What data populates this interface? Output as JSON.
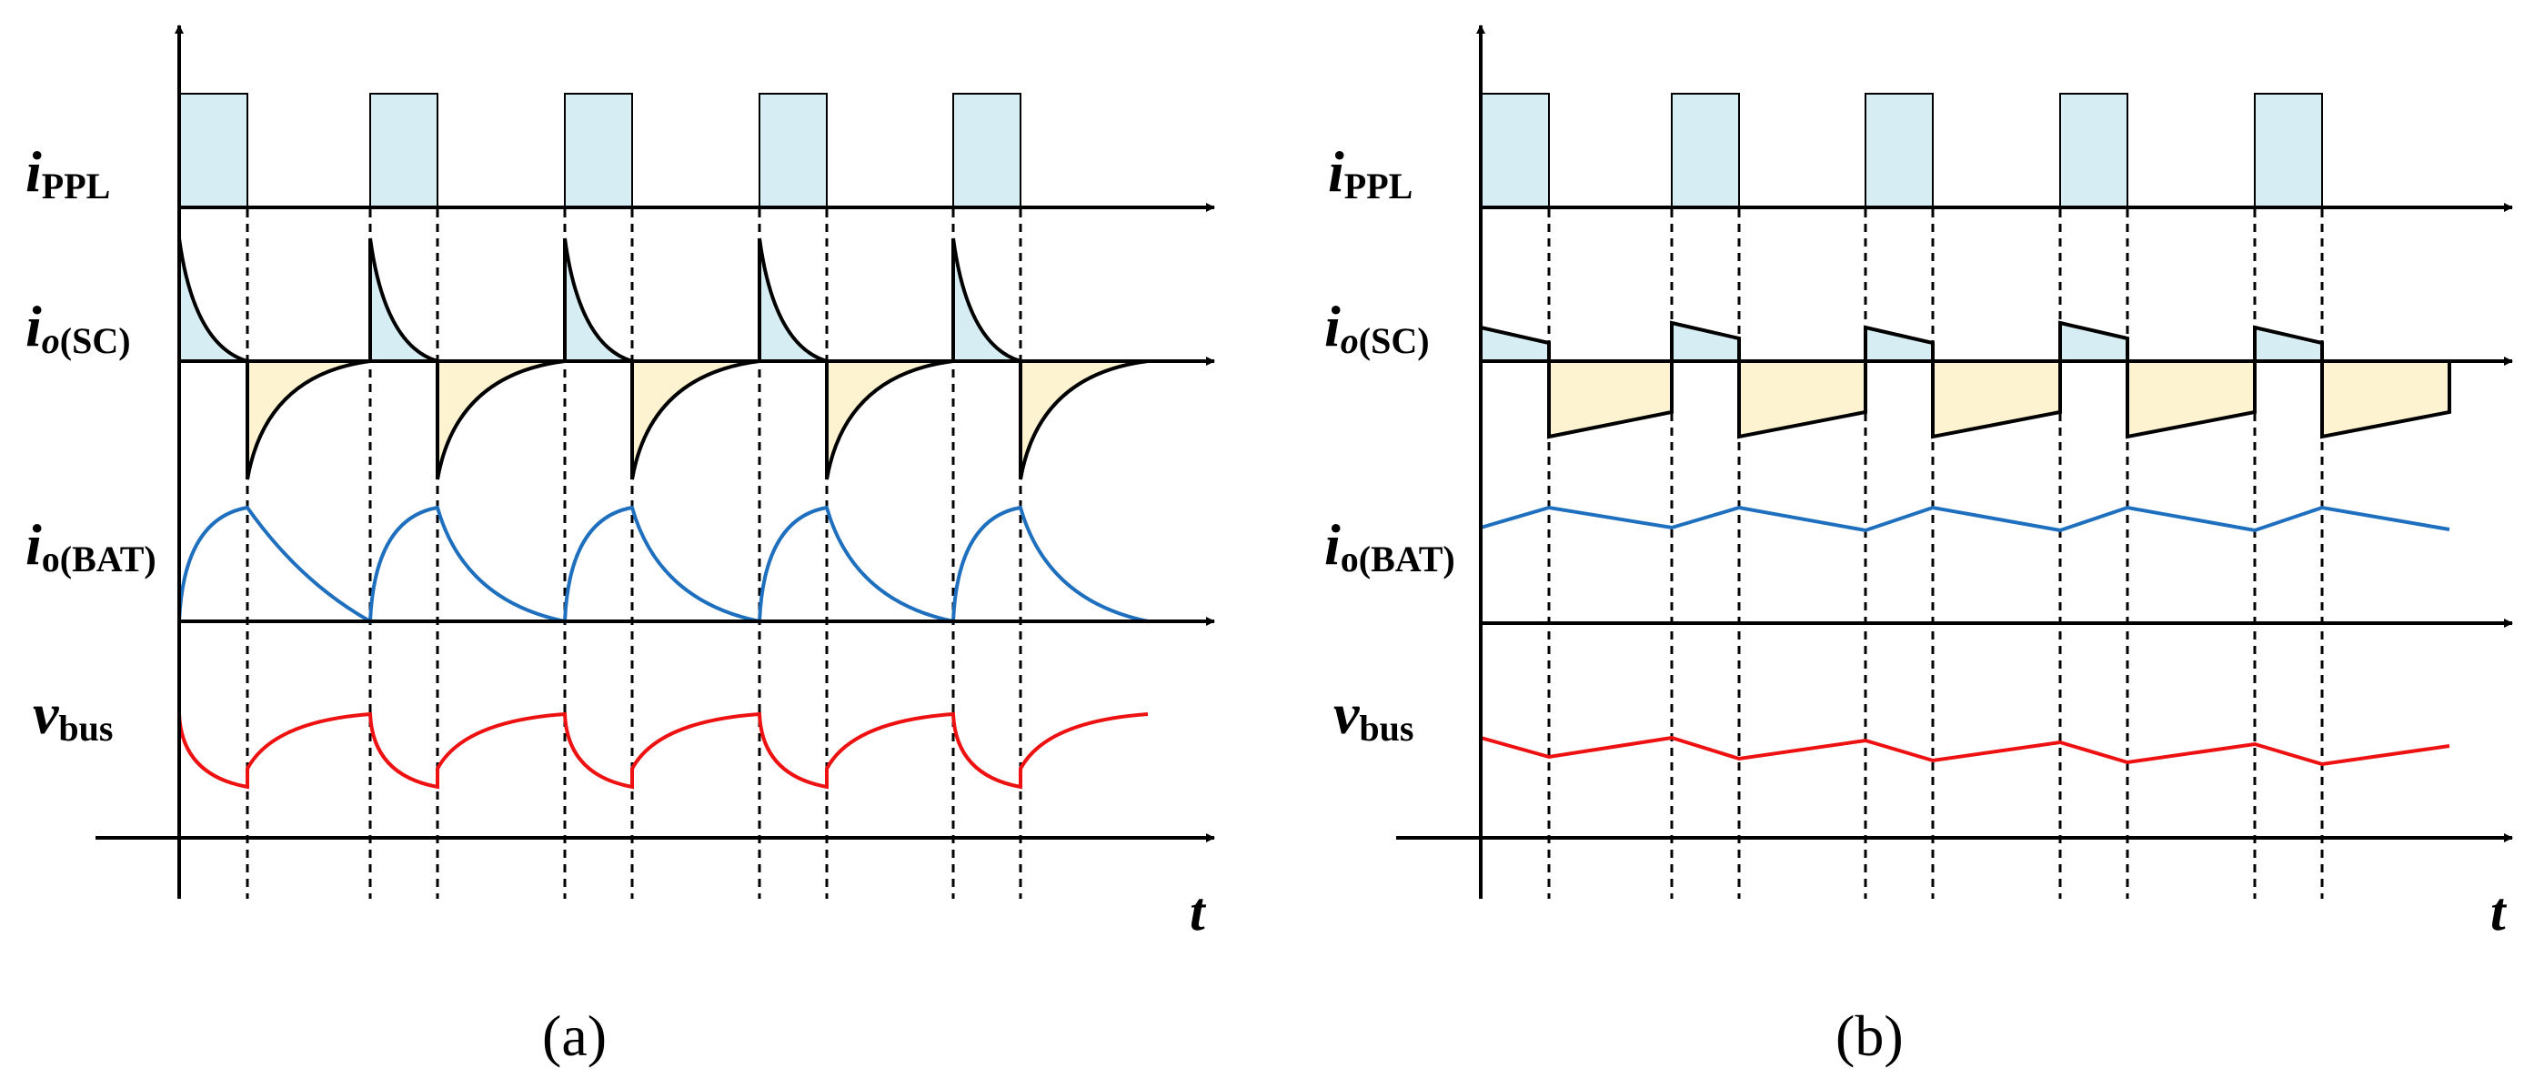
{
  "panels": [
    {
      "id": "a",
      "caption": "(a)",
      "labels": {
        "ippl": {
          "symbol": "i",
          "sub": "PPL"
        },
        "iosc": {
          "symbol": "i",
          "sub_o": "o",
          "sub_rest": "(SC)"
        },
        "iobat": {
          "symbol": "i",
          "sub": "o(BAT)"
        },
        "vbus": {
          "symbol": "v",
          "sub": "bus"
        },
        "t": "t"
      }
    },
    {
      "id": "b",
      "caption": "(b)",
      "labels": {
        "ippl": {
          "symbol": "i",
          "sub": "PPL"
        },
        "iosc": {
          "symbol": "i",
          "sub_o": "o",
          "sub_rest": "(SC)"
        },
        "iobat": {
          "symbol": "i",
          "sub": "o(BAT)"
        },
        "vbus": {
          "symbol": "v",
          "sub": "bus"
        },
        "t": "t"
      }
    }
  ],
  "colors": {
    "pulse_fill": "#d6eef3",
    "negative_fill": "#fdf3d1",
    "battery_line": "#1f6fbf",
    "bus_line": "#ee1111",
    "axis": "#000000"
  }
}
